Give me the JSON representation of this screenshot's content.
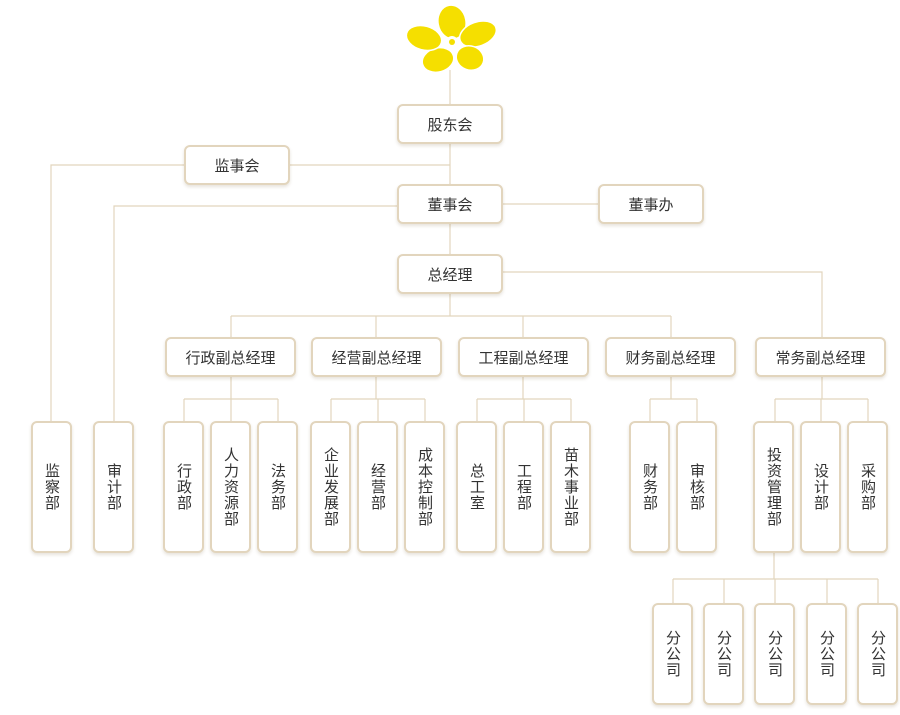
{
  "logo": {
    "name": "flower-logo-icon",
    "color": "#f5df00"
  },
  "colors": {
    "line": "#e2d5bd",
    "border": "#e2d5bd",
    "text": "#333333"
  },
  "nodes": {
    "shareholders": "股东会",
    "supervisory": "监事会",
    "board": "董事会",
    "board_office": "董事办",
    "gm": "总经理",
    "vp_admin": "行政副总经理",
    "vp_operation": "经营副总经理",
    "vp_engineering": "工程副总经理",
    "vp_finance": "财务副总经理",
    "vp_executive": "常务副总经理",
    "dept_supervision": "监察部",
    "dept_audit": "审计部",
    "dept_admin": "行政部",
    "dept_hr": "人力资源部",
    "dept_legal": "法务部",
    "dept_enterprise": "企业发展部",
    "dept_operation": "经营部",
    "dept_cost": "成本控制部",
    "dept_chief_eng": "总工室",
    "dept_engineering": "工程部",
    "dept_seedling": "苗木事业部",
    "dept_finance": "财务部",
    "dept_review": "审核部",
    "dept_invest": "投资管理部",
    "dept_design": "设计部",
    "dept_purchase": "采购部",
    "branch_1": "分公司",
    "branch_2": "分公司",
    "branch_3": "分公司",
    "branch_4": "分公司",
    "branch_5": "分公司"
  }
}
